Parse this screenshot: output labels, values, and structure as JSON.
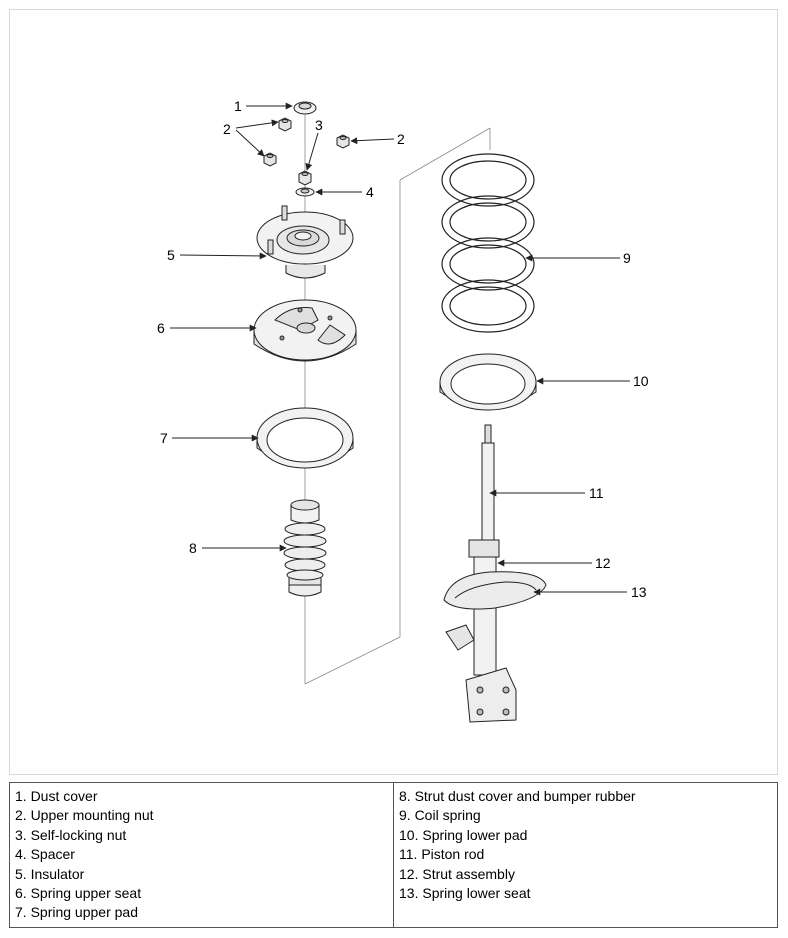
{
  "callouts": {
    "c1": "1",
    "c2a": "2",
    "c2b": "2",
    "c3": "3",
    "c4": "4",
    "c5": "5",
    "c6": "6",
    "c7": "7",
    "c8": "8",
    "c9": "9",
    "c10": "10",
    "c11": "11",
    "c12": "12",
    "c13": "13"
  },
  "legend": {
    "left": [
      "1. Dust cover",
      "2. Upper mounting nut",
      "3. Self-locking nut",
      "4. Spacer",
      "5. Insulator",
      "6. Spring upper seat",
      "7. Spring upper pad"
    ],
    "right": [
      "8. Strut dust cover and bumper rubber",
      "9. Coil spring",
      "10. Spring lower pad",
      "11. Piston rod",
      "12. Strut assembly",
      "13. Spring lower seat"
    ]
  },
  "colors": {
    "line": "#222222",
    "fill": "#f2f2f2",
    "shade": "#d9d9d9",
    "border": "#555555"
  }
}
